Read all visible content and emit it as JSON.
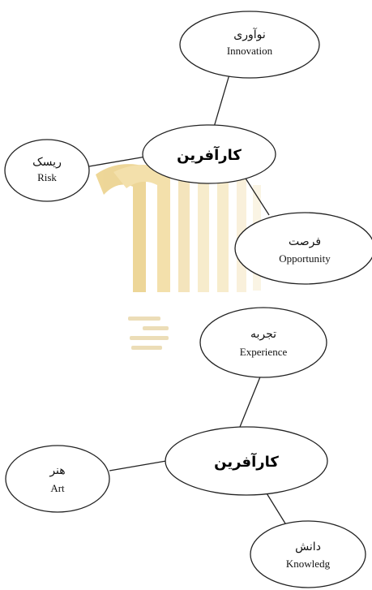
{
  "diagram": {
    "top": {
      "center": {
        "fa": "کارآفرین"
      },
      "innovation": {
        "fa": "نوآوری",
        "en": "Innovation"
      },
      "risk": {
        "fa": "ریسک",
        "en": "Risk"
      },
      "opportunity": {
        "fa": "فرصت",
        "en": "Opportunity"
      }
    },
    "bottom": {
      "center": {
        "fa": "کارآفرین"
      },
      "experience": {
        "fa": "تجربه",
        "en": "Experience"
      },
      "art": {
        "fa": "هنر",
        "en": "Art"
      },
      "knowledge": {
        "fa": "دانش",
        "en": "Knowledg"
      }
    }
  },
  "colors": {
    "stroke": "#222222",
    "watermark": "#d8b24a"
  },
  "watermark": {
    "kind": "logo",
    "text": "unreadable logo lettering"
  }
}
